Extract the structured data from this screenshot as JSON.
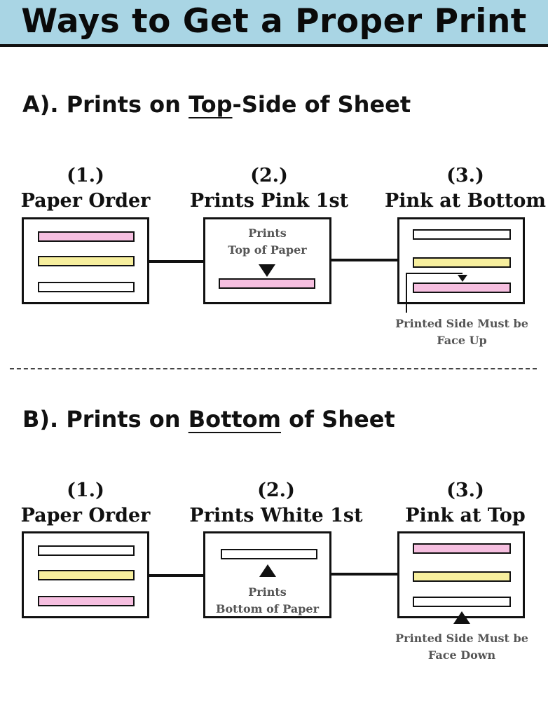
{
  "header": {
    "title": "Ways to Get a Proper Print"
  },
  "sectionA": {
    "title_prefix": "A). Prints on ",
    "title_emphasis": "Top",
    "title_suffix": "-Side of Sheet",
    "steps": [
      {
        "number": "(1.)",
        "label": "Paper Order"
      },
      {
        "number": "(2.)",
        "label": "Prints Pink 1st"
      },
      {
        "number": "(3.)",
        "label": "Pink at Bottom"
      }
    ],
    "print_note_line1": "Prints",
    "print_note_line2": "Top of Paper",
    "face_note_line1": "Printed Side Must be",
    "face_note_line2": "Face Up"
  },
  "sectionB": {
    "title_prefix": "B). Prints on ",
    "title_emphasis": "Bottom",
    "title_suffix": " of Sheet",
    "steps": [
      {
        "number": "(1.)",
        "label": "Paper Order"
      },
      {
        "number": "(2.)",
        "label": "Prints White 1st"
      },
      {
        "number": "(3.)",
        "label": "Pink at Top"
      }
    ],
    "print_note_line1": "Prints",
    "print_note_line2": "Bottom of Paper",
    "face_note_line1": "Printed Side Must be",
    "face_note_line2": "Face Down"
  },
  "colors": {
    "header_bg": "#a9d5e4",
    "pink_sheet": "#f6bfe0",
    "yellow_sheet": "#f7ef9e",
    "white_sheet": "#ffffff"
  },
  "sheet_orders": {
    "a_step1": [
      "pink",
      "yellow",
      "white"
    ],
    "a_step3": [
      "white",
      "yellow",
      "pink"
    ],
    "b_step1": [
      "white",
      "yellow",
      "pink"
    ],
    "b_step3": [
      "pink",
      "yellow",
      "white"
    ]
  }
}
